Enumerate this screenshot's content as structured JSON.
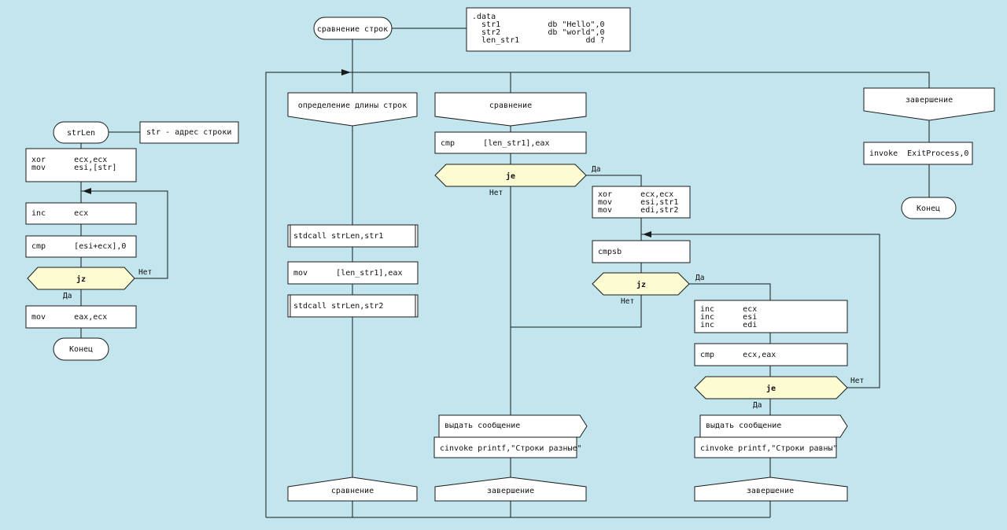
{
  "left": {
    "start": "strLen",
    "comment": "str - адрес строки",
    "init": [
      "xor      ecx,ecx",
      "mov      esi,[str]"
    ],
    "inc": "inc      ecx",
    "cmp": "cmp      [esi+ecx],0",
    "cond": "jz",
    "no": "Нет",
    "yes": "Да",
    "mov": "mov      eax,ecx",
    "end": "Конец"
  },
  "main": {
    "title": "сравнение строк",
    "data_block": [
      ".data",
      "  str1          db \"Hello\",0",
      "  str2          db \"world\",0",
      "  len_str1              dd ?"
    ]
  },
  "branch1": {
    "header": "определение длины строк",
    "call1": "stdcall strLen,str1",
    "mov": "mov      [len_str1],eax",
    "call2": "stdcall strLen,str2",
    "footer": "сравнение"
  },
  "branch2": {
    "header": "сравнение",
    "cmp": "cmp      [len_str1],eax",
    "cond": "je",
    "yes": "Да",
    "no": "Нет",
    "init": [
      "xor      ecx,ecx",
      "mov      esi,str1",
      "mov      edi,str2"
    ],
    "cmpsb": "cmpsb",
    "cond2": "jz",
    "yes2": "Да",
    "no2": "Нет",
    "incs": [
      "inc      ecx",
      "inc      esi",
      "inc      edi"
    ],
    "cmp2": "cmp      ecx,eax",
    "cond3": "je",
    "no3": "Нет",
    "yes3": "Да",
    "out_left_title": "выдать сообщение",
    "out_left_call": "cinvoke printf,\"Строки разные\"",
    "out_right_title": "выдать сообщение",
    "out_right_call": "cinvoke printf,\"Строки равны\"",
    "footer_left": "завершение",
    "footer_right": "завершение"
  },
  "branch3": {
    "header": "завершение",
    "invoke": "invoke  ExitProcess,0",
    "end": "Конец"
  }
}
